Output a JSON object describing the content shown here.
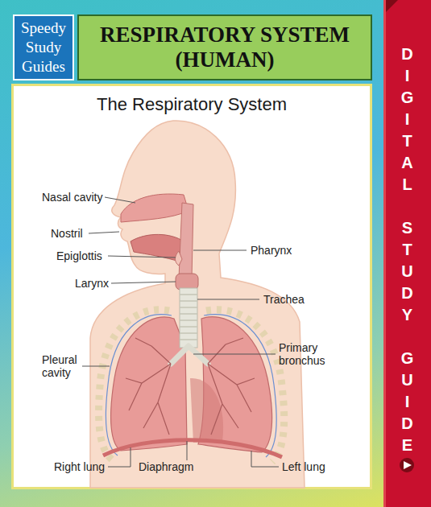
{
  "diagram": {
    "nodes": [
      {
        "text": [
          "Speedy Study Guides"
        ]
      },
      {
        "text": [
          "RESPIRATORY SYSTEM (HUMAN)"
        ]
      },
      {
        "text": [
          "The Respiratory System"
        ]
      },
      {
        "text": [
          "DIGITAL STUDY GUIDE"
        ]
      }
    ],
    "labels": [
      "Nasal cavity",
      "Nostril",
      "Epiglottis",
      "Larynx",
      "Pharynx",
      "Trachea",
      "Primary bronchus",
      "Pleural cavity",
      "Right lung",
      "Diaphragm",
      "Left lung"
    ]
  }
}
